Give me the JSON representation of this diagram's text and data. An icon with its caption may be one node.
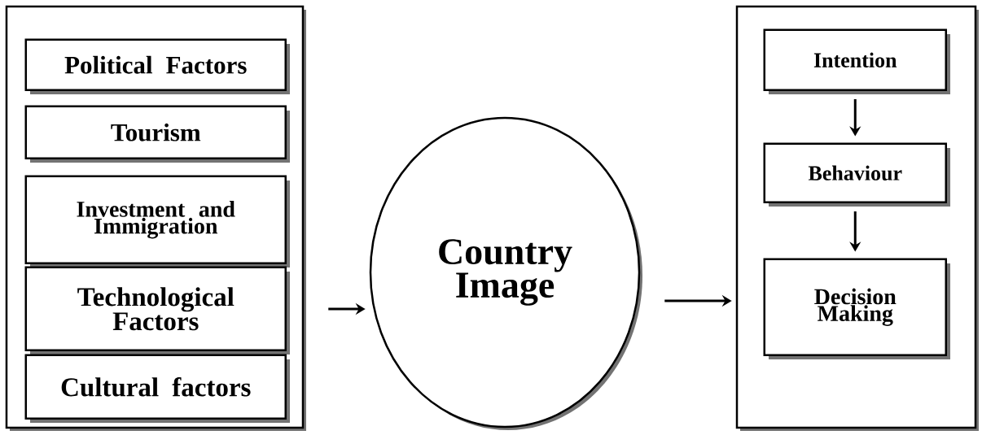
{
  "diagram": {
    "nodes": [
      {
        "text": [],
        "shape": "box"
      },
      {
        "text": [
          "Political Factors"
        ],
        "in": 0
      },
      {
        "text": [
          "Tourism"
        ],
        "in": 0
      },
      {
        "text": [
          "Investment and Immigration"
        ],
        "in": 0
      },
      {
        "text": [
          "Technological Factors"
        ],
        "in": 0
      },
      {
        "text": [
          "Cultural factors"
        ],
        "in": 0
      },
      {
        "text": [
          "Country Image"
        ]
      },
      {
        "text": [],
        "shape": "box"
      },
      {
        "text": [
          "Intention"
        ],
        "in": 7
      },
      {
        "text": [
          "Behaviour"
        ],
        "in": 7
      },
      {
        "text": [
          "Decision Making"
        ],
        "in": 7
      }
    ],
    "edges": [
      {
        "from": 0,
        "to": 6,
        "arrow": "to"
      },
      {
        "from": 6,
        "to": 7,
        "arrow": "to"
      },
      {
        "from": 8,
        "to": 9,
        "arrow": "to"
      },
      {
        "from": 9,
        "to": 10,
        "arrow": "to"
      }
    ]
  }
}
